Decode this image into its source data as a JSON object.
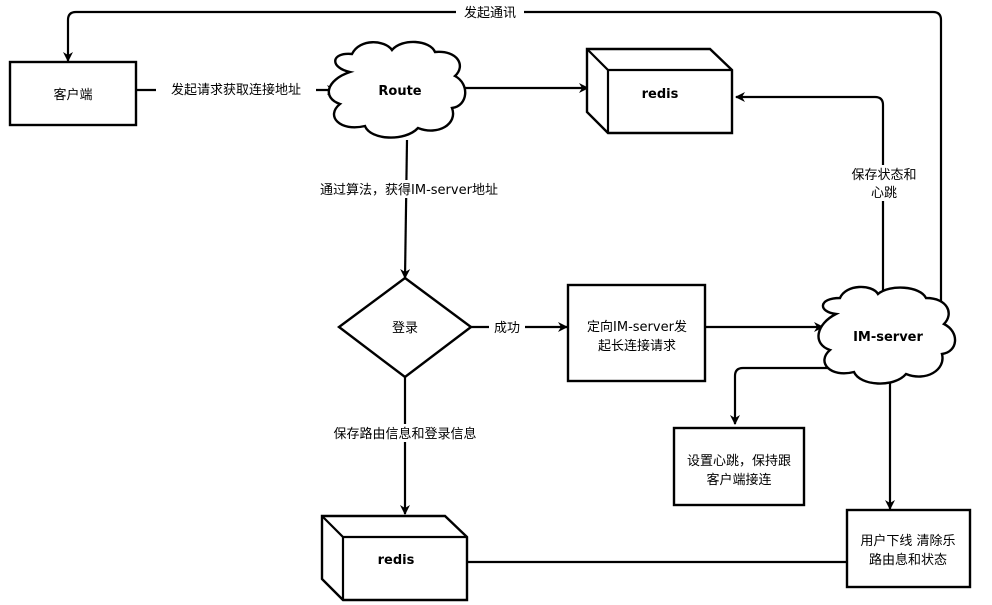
{
  "nodes": {
    "client": {
      "label": "客户端"
    },
    "route": {
      "label": "Route"
    },
    "redis_top": {
      "label": "redis"
    },
    "login": {
      "label": "登录"
    },
    "redirect": {
      "line1": "定向IM-server发",
      "line2": "起长连接请求"
    },
    "im_server": {
      "label": "IM-server"
    },
    "heartbeat": {
      "line1": "设置心跳，保持跟",
      "line2": "客户端接连"
    },
    "offline": {
      "line1": "用户下线 清除乐",
      "line2": "路由息和状态"
    },
    "redis_bottom": {
      "label": "redis"
    }
  },
  "edges": {
    "initiate_comm": "发起通讯",
    "request_address": "发起请求获取连接地址",
    "algorithm": "通过算法，获得IM-server地址",
    "success": "成功",
    "save_route_login": "保存路由信息和登录信息",
    "save_state_line1": "保存状态和",
    "save_state_line2": "心跳"
  }
}
